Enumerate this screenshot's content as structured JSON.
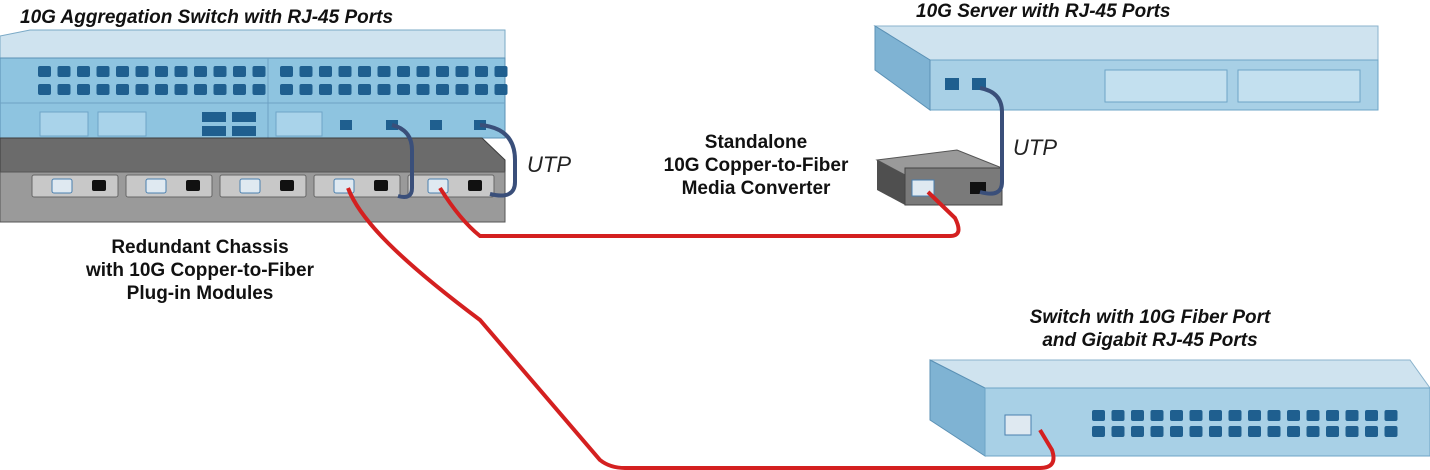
{
  "labels": {
    "aggregation_switch": "10G Aggregation Switch with RJ-45 Ports",
    "server": "10G Server with RJ-45 Ports",
    "media_converter": [
      "Standalone",
      "10G Copper-to-Fiber",
      "Media Converter"
    ],
    "chassis": [
      "Redundant Chassis",
      "with 10G Copper-to-Fiber",
      "Plug-in Modules"
    ],
    "fiber_switch": [
      "Switch with 10G Fiber Port",
      "and Gigabit RJ-45 Ports"
    ],
    "utp_left": "UTP",
    "utp_right": "UTP"
  },
  "colors": {
    "switch_top": "#cfe3ef",
    "switch_front": "#8ec4e0",
    "port": "#1f5f8f",
    "chassis": "#6b6b6b",
    "module": "#c8c8c8",
    "fiber_cable": "#d42020",
    "utp_cable": "#3a4f7a"
  }
}
